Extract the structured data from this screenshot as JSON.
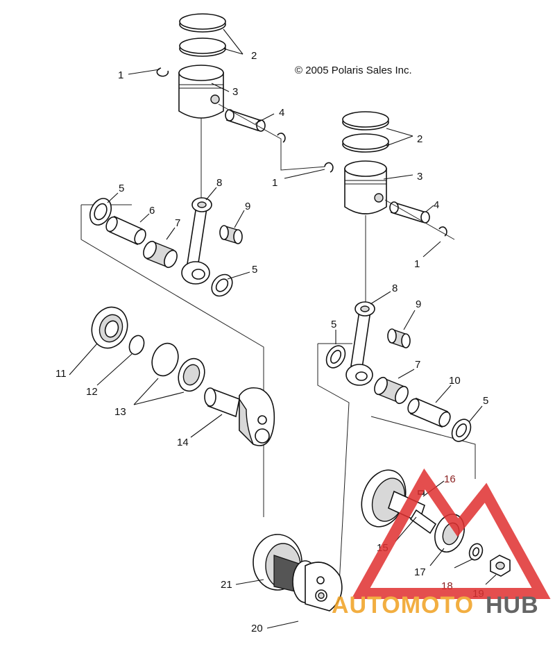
{
  "copyright": "© 2005 Polaris Sales Inc.",
  "callouts": {
    "l_ring_clip_top": "1",
    "l_rings": "2",
    "l_piston": "3",
    "l_pin": "4",
    "r_rings": "2",
    "r_piston": "3",
    "r_clip_left": "1",
    "r_pin": "4",
    "r_clip_right": "1",
    "l_washer_top": "5",
    "l_spacer": "6",
    "l_bearing": "7",
    "l_rod": "8",
    "l_small_bearing": "9",
    "l_washer_bottom": "5",
    "r_rod": "8",
    "r_small_bearing": "9",
    "r_washer_left": "5",
    "r_bearing": "7",
    "r_spacer": "10",
    "r_washer_right": "5",
    "main_bearing": "11",
    "oring": "12",
    "snap_rings": "13",
    "crank_half_left": "14",
    "crank_half_right": "15",
    "key": "16",
    "bearing_right": "17",
    "washer_right": "18",
    "nut": "19",
    "crank_assembly": "20",
    "crank_web": "21"
  },
  "watermark": {
    "word_a": "AUTOMOTO",
    "word_b": "HUB",
    "color_a": "#f0a020",
    "color_b": "#4a4a4a",
    "triangle_color": "#e03030"
  }
}
